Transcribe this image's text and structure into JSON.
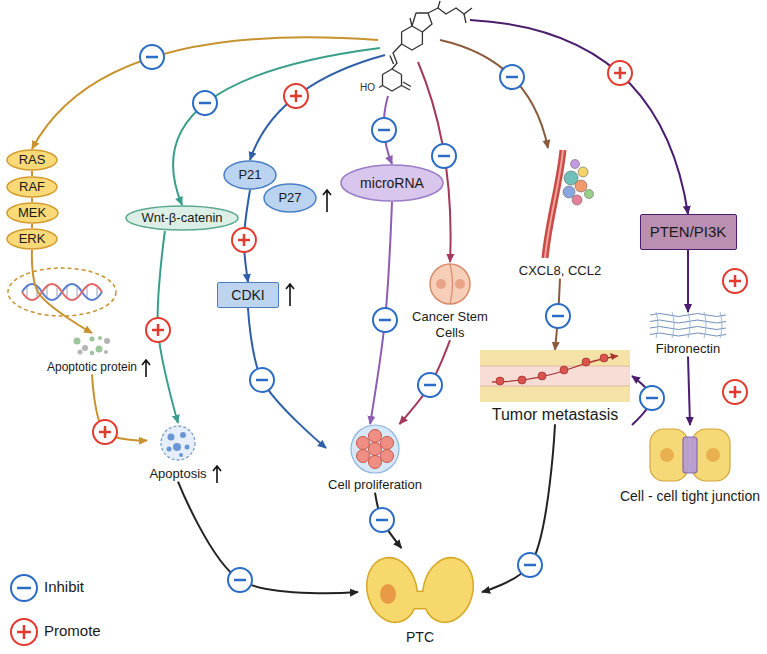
{
  "diagram": {
    "nodes": [
      {
        "text": [
          "RAS"
        ]
      },
      {
        "text": [
          "RAF"
        ]
      },
      {
        "text": [
          "MEK"
        ]
      },
      {
        "text": [
          "ERK"
        ]
      },
      {
        "text": [
          "Wnt-β-catenin"
        ]
      },
      {
        "text": [
          "P21"
        ]
      },
      {
        "text": [
          "P27"
        ]
      },
      {
        "text": [
          "microRNA"
        ]
      },
      {
        "text": [
          "CDKI"
        ]
      },
      {
        "text": [
          "Cancer Stem Cells"
        ]
      },
      {
        "text": [
          "CXCL8, CCL2"
        ]
      },
      {
        "text": [
          "PTEN/PI3K"
        ]
      },
      {
        "text": [
          "Apoptotic protein"
        ]
      },
      {
        "text": [
          "Apoptosis"
        ]
      },
      {
        "text": [
          "Cell proliferation"
        ]
      },
      {
        "text": [
          "Fibronectin"
        ]
      },
      {
        "text": [
          "Cell - cell tight junction"
        ]
      },
      {
        "text": [
          "Tumor metastasis"
        ]
      },
      {
        "text": [
          "PTC"
        ]
      }
    ],
    "edges": [
      {
        "from": 0,
        "to": 1,
        "arrow": "none"
      },
      {
        "from": 1,
        "to": 2,
        "arrow": "none"
      },
      {
        "from": 2,
        "to": 3,
        "arrow": "none"
      },
      {
        "from": 3,
        "to": 12,
        "arrow": "to"
      },
      {
        "from": 12,
        "to": 13,
        "arrow": "to"
      },
      {
        "from": 4,
        "to": 13,
        "arrow": "to"
      },
      {
        "from": 5,
        "to": 8,
        "arrow": "to"
      },
      {
        "from": 8,
        "to": 14,
        "arrow": "to"
      },
      {
        "from": 7,
        "to": 14,
        "arrow": "to"
      },
      {
        "from": 9,
        "to": 14,
        "arrow": "to"
      },
      {
        "from": 10,
        "to": 17,
        "arrow": "to"
      },
      {
        "from": 11,
        "to": 15,
        "arrow": "to"
      },
      {
        "from": 15,
        "to": 16,
        "arrow": "to"
      },
      {
        "from": 16,
        "to": 17,
        "arrow": "to"
      },
      {
        "from": 13,
        "to": 18,
        "arrow": "to"
      },
      {
        "from": 14,
        "to": 18,
        "arrow": "to"
      },
      {
        "from": 17,
        "to": 18,
        "arrow": "to"
      }
    ],
    "labels": [
      "HO"
    ],
    "legend": [
      {
        "text": "Inhibit"
      },
      {
        "text": "Promote"
      }
    ]
  }
}
